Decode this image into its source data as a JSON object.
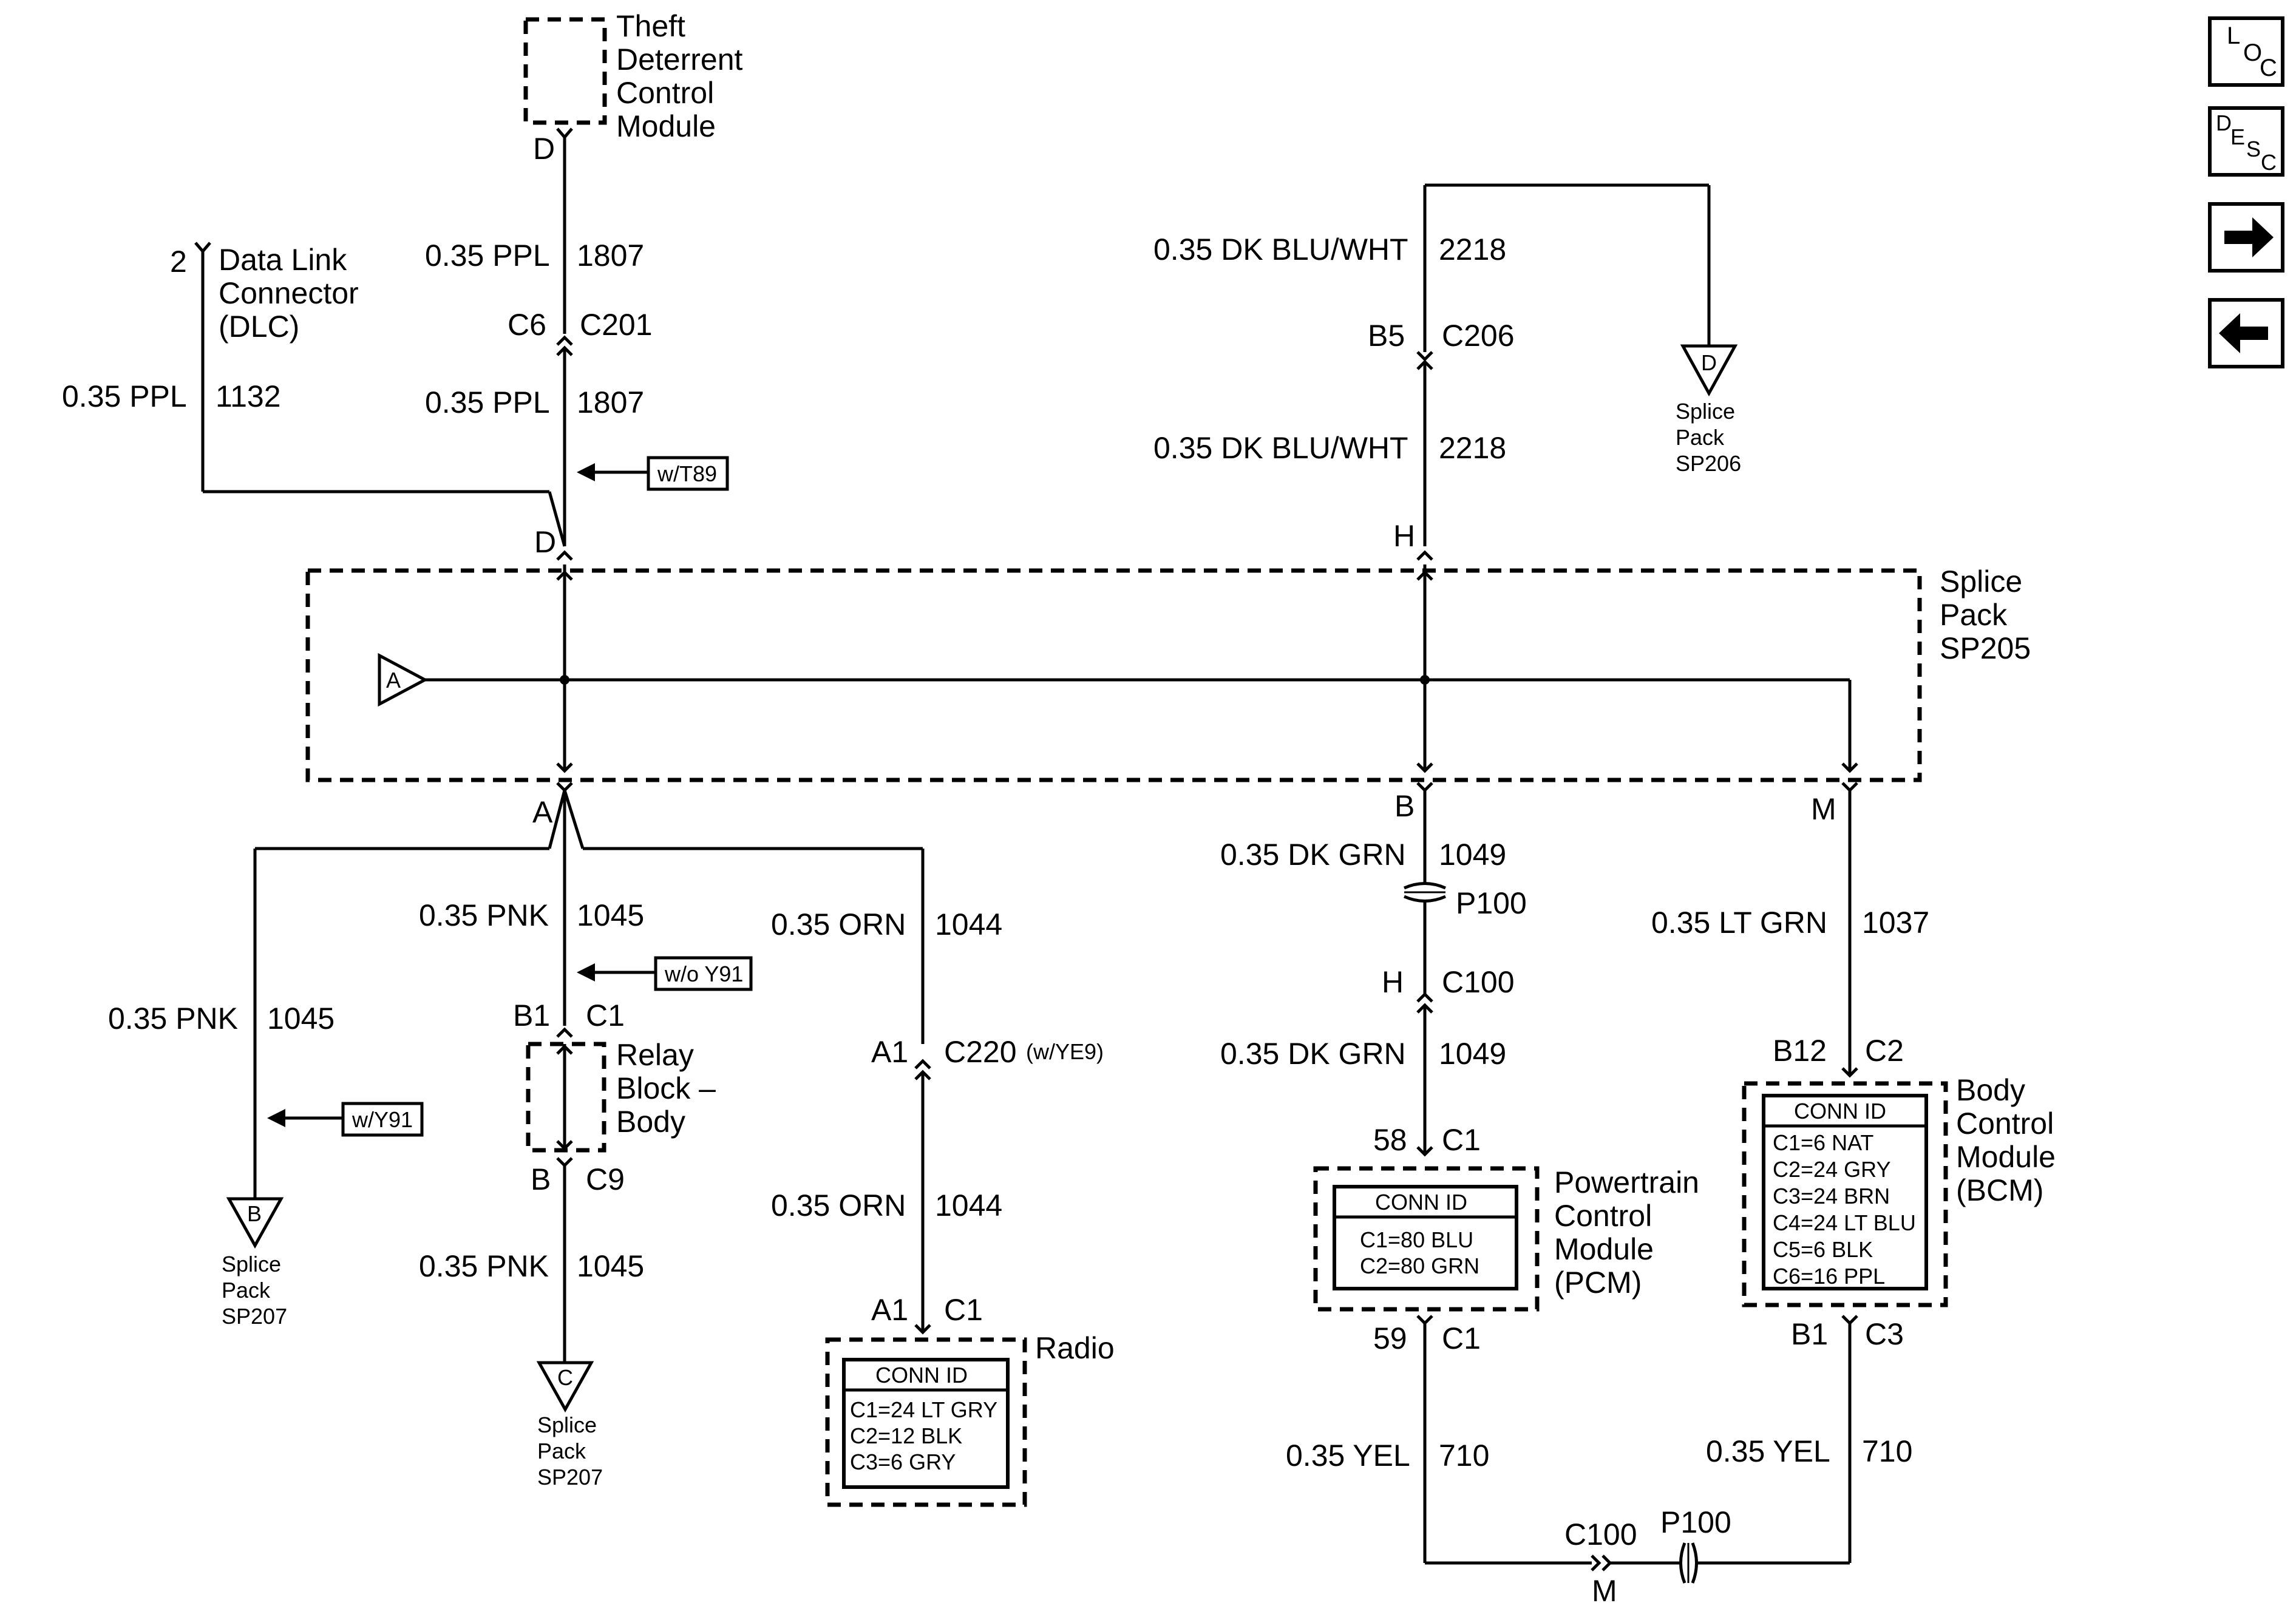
{
  "nav": {
    "loc": [
      "L",
      "O",
      "C"
    ],
    "desc": [
      "D",
      "E",
      "S",
      "C"
    ]
  },
  "tdcm": {
    "name": [
      "Theft",
      "Deterrent",
      "Control",
      "Module"
    ],
    "pin": "D"
  },
  "wires": {
    "tdcm_top": {
      "size_color": "0.35 PPL",
      "circuit": "1807"
    },
    "tdcm_bottom": {
      "size_color": "0.35 PPL",
      "circuit": "1807"
    },
    "dlc": {
      "size_color": "0.35 PPL",
      "circuit": "1132"
    },
    "sp206_top": {
      "size_color": "0.35 DK BLU/WHT",
      "circuit": "2218"
    },
    "sp206_bottom": {
      "size_color": "0.35 DK BLU/WHT",
      "circuit": "2218"
    },
    "relay_top": {
      "size_color": "0.35 PNK",
      "circuit": "1045"
    },
    "relay_bottom": {
      "size_color": "0.35 PNK",
      "circuit": "1045"
    },
    "sp207b": {
      "size_color": "0.35 PNK",
      "circuit": "1045"
    },
    "radio_top": {
      "size_color": "0.35 ORN",
      "circuit": "1044"
    },
    "radio_bottom": {
      "size_color": "0.35 ORN",
      "circuit": "1044"
    },
    "pcm_top": {
      "size_color": "0.35 DK GRN",
      "circuit": "1049"
    },
    "pcm_bottom": {
      "size_color": "0.35 DK GRN",
      "circuit": "1049"
    },
    "bcm": {
      "size_color": "0.35 LT GRN",
      "circuit": "1037"
    },
    "yel_left": {
      "size_color": "0.35 YEL",
      "circuit": "710"
    },
    "yel_right": {
      "size_color": "0.35 YEL",
      "circuit": "710"
    }
  },
  "dlc": {
    "pin": "2",
    "name": [
      "Data Link",
      "Connector",
      "(DLC)"
    ]
  },
  "connectors": {
    "c201": {
      "pin": "C6",
      "name": "C201"
    },
    "c206": {
      "pin": "B5",
      "name": "C206"
    },
    "c1_relay": {
      "pin": "B1",
      "name": "C1"
    },
    "c9_relay": {
      "pin": "B",
      "name": "C9"
    },
    "c220": {
      "pin": "A1",
      "name": "C220",
      "note": "(w/YE9)"
    },
    "radio_c1": {
      "pin": "A1",
      "name": "C1"
    },
    "p100": {
      "name": "P100"
    },
    "c100": {
      "pin": "H",
      "name": "C100"
    },
    "pcm_c1_top": {
      "pin": "58",
      "name": "C1"
    },
    "pcm_c1_bottom": {
      "pin": "59",
      "name": "C1"
    },
    "bcm_c2": {
      "pin": "B12",
      "name": "C2"
    },
    "bcm_c3": {
      "pin": "B1",
      "name": "C3"
    },
    "bottom_c100": {
      "pin": "M",
      "name": "C100"
    },
    "bottom_p100": {
      "name": "P100"
    }
  },
  "options": {
    "wt89": "w/T89",
    "woy91": "w/o Y91",
    "wy91": "w/Y91"
  },
  "sp205": {
    "name": [
      "Splice",
      "Pack",
      "SP205"
    ],
    "pins": {
      "D": "D",
      "H": "H",
      "A": "A",
      "B": "B",
      "M": "M"
    },
    "triangle": "A"
  },
  "sp206": {
    "letter": "D",
    "name": [
      "Splice",
      "Pack",
      "SP206"
    ]
  },
  "sp207b": {
    "letter": "B",
    "name": [
      "Splice",
      "Pack",
      "SP207"
    ]
  },
  "sp207c": {
    "letter": "C",
    "name": [
      "Splice",
      "Pack",
      "SP207"
    ]
  },
  "relay": {
    "name": [
      "Relay",
      "Block –",
      "Body"
    ]
  },
  "radio": {
    "name": "Radio",
    "conn_id": "CONN ID",
    "lines": [
      "C1=24 LT GRY",
      "C2=12 BLK",
      "C3=6 GRY"
    ]
  },
  "pcm": {
    "name": [
      "Powertrain",
      "Control",
      "Module",
      "(PCM)"
    ],
    "conn_id": "CONN ID",
    "lines": [
      "C1=80 BLU",
      "C2=80 GRN"
    ]
  },
  "bcm": {
    "name": [
      "Body",
      "Control",
      "Module",
      "(BCM)"
    ],
    "conn_id": "CONN ID",
    "lines": [
      "C1=6 NAT",
      "C2=24 GRY",
      "C3=24 BRN",
      "C4=24 LT BLU",
      "C5=6 BLK",
      "C6=16 PPL"
    ]
  }
}
